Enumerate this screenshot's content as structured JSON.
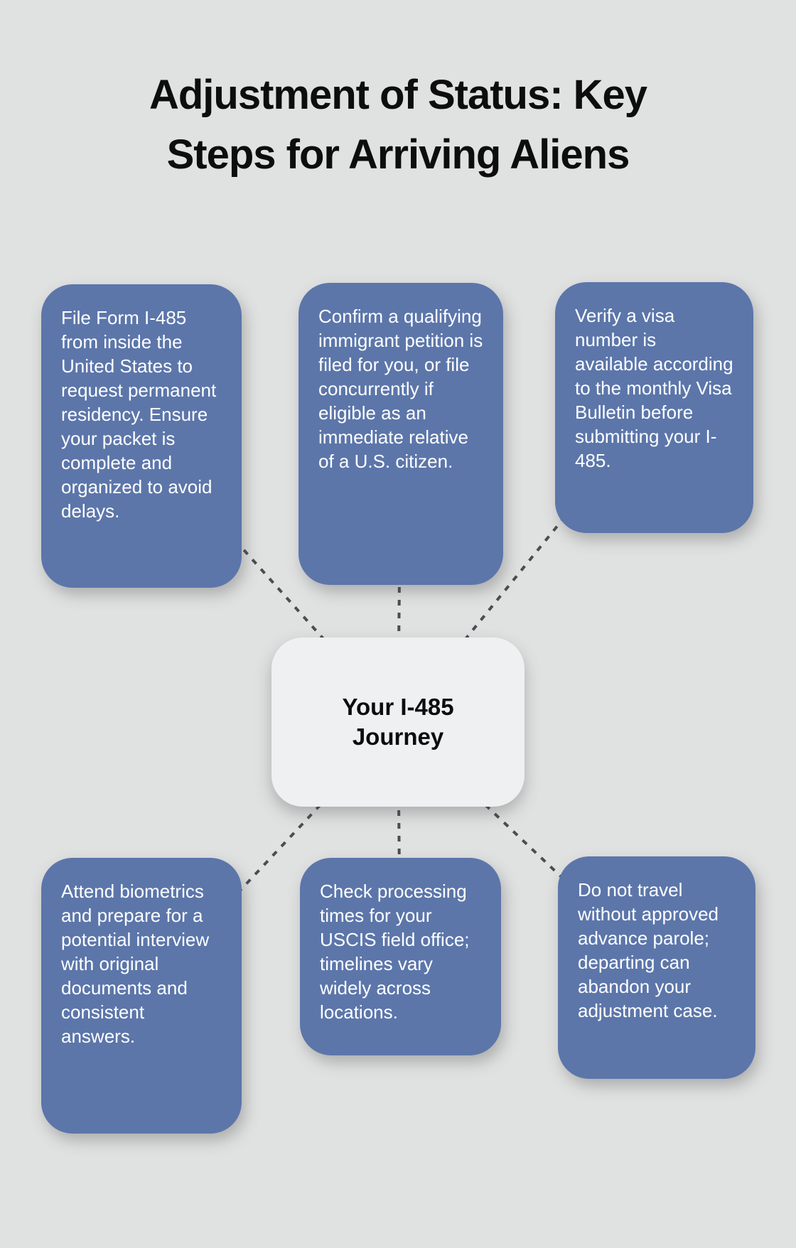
{
  "title": {
    "line1": "Adjustment of Status: Key",
    "line2": "Steps for Arriving Aliens"
  },
  "center": {
    "label": "Your I-485 Journey"
  },
  "steps": [
    {
      "id": "file-form-i485",
      "text": "File Form I-485 from inside the United States to request permanent residency. Ensure your packet is complete and organized to avoid delays."
    },
    {
      "id": "confirm-petition",
      "text": "Confirm a qualifying immigrant petition is filed for you, or file concurrently if eligible as an immediate relative of a U.S. citizen."
    },
    {
      "id": "verify-visa",
      "text": "Verify a visa number is available according to the monthly Visa Bulletin before submitting your I-485."
    },
    {
      "id": "attend-biometrics",
      "text": "Attend biometrics and prepare for a potential interview with original documents and consistent answers."
    },
    {
      "id": "check-processing",
      "text": "Check processing times for your USCIS field office; timelines vary widely across locations."
    },
    {
      "id": "do-not-travel",
      "text": "Do not travel without approved advance parole; departing can abandon your adjustment case."
    }
  ],
  "colors": {
    "background": "#e0e1e1",
    "card": "#5c76aa",
    "card_text": "#ffffff",
    "center_card": "#eff0f2",
    "connector": "#4a4d51",
    "title_text": "#0d0d0d"
  }
}
